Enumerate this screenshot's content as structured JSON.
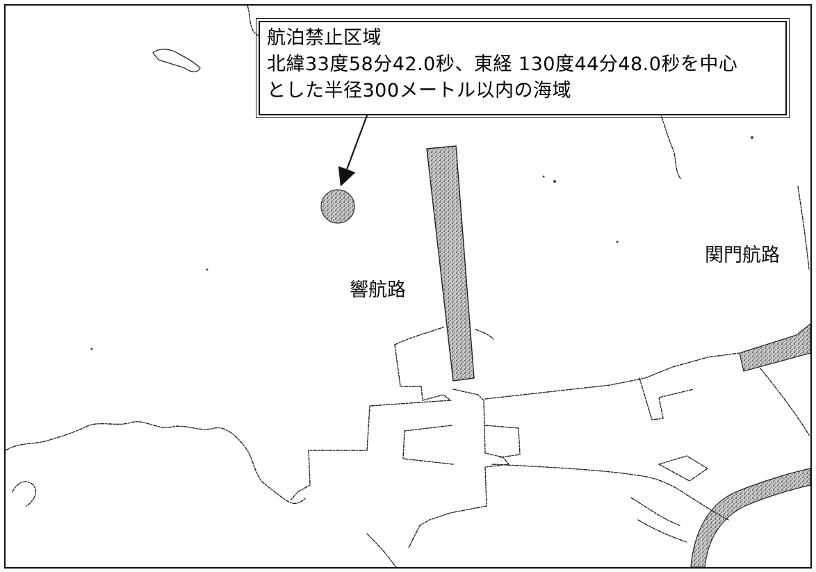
{
  "callout": {
    "title": "航泊禁止区域",
    "line1": "北緯33度58分42.0秒、東経 130度44分48.0秒を中心",
    "line2": "とした半径300メートル以内の海域"
  },
  "labels": {
    "hibiki": "響航路",
    "kanmon": "関門航路"
  },
  "colors": {
    "hatch": "#9a9a9a",
    "line": "#222222",
    "background": "#ffffff"
  },
  "icons": {
    "zone_marker": "no-anchoring-zone-circle",
    "pointer": "arrow-pointer"
  }
}
